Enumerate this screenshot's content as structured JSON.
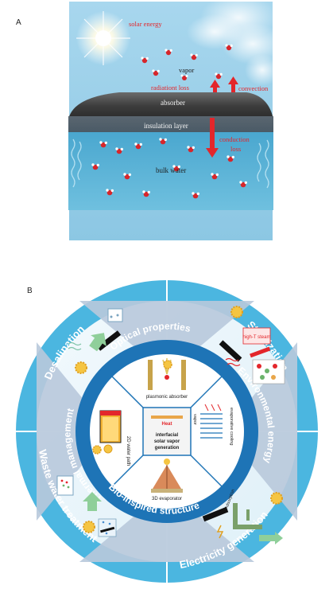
{
  "panel_a": {
    "letter": "A",
    "labels": {
      "solar": "solar energy",
      "vapor": "vapor",
      "radiation": "radiationt loss",
      "convection_1": "convection",
      "convection_2": "loss",
      "absorber": "absorber",
      "insulation": "insulation layer",
      "conduction_1": "conduction",
      "conduction_2": "loss",
      "bulk": "bulk water"
    }
  },
  "panel_b": {
    "letter": "B",
    "outer_ring": [
      "Desalination",
      "Sterilization",
      "Electricity generation",
      "Waste water treatment"
    ],
    "inner_ring": [
      "Optical properties",
      "Environmental energy",
      "Bio-inspired structure",
      "Thermal management"
    ],
    "center": {
      "line1": "interfacial",
      "line2": "solar vapor",
      "line3": "generation",
      "heat": "Heat"
    },
    "mini_labels": {
      "plasmonic": "plasmonic absorber",
      "evaporator_3d": "3D evaporator",
      "water_path": "2D water path",
      "evap_cooling": "evaporative cooling",
      "steam": "high-T steam",
      "adsorption": "Adsorption",
      "vapor_small": "vapor"
    }
  },
  "colors": {
    "sky": "#8fcbe7",
    "ring_outer": "#4bb6e0",
    "ring_inner": "#1e74b6",
    "sector_fill": "#eaf5fb",
    "triangle": "#b9c9dc",
    "loss_red": "#e3262b"
  }
}
